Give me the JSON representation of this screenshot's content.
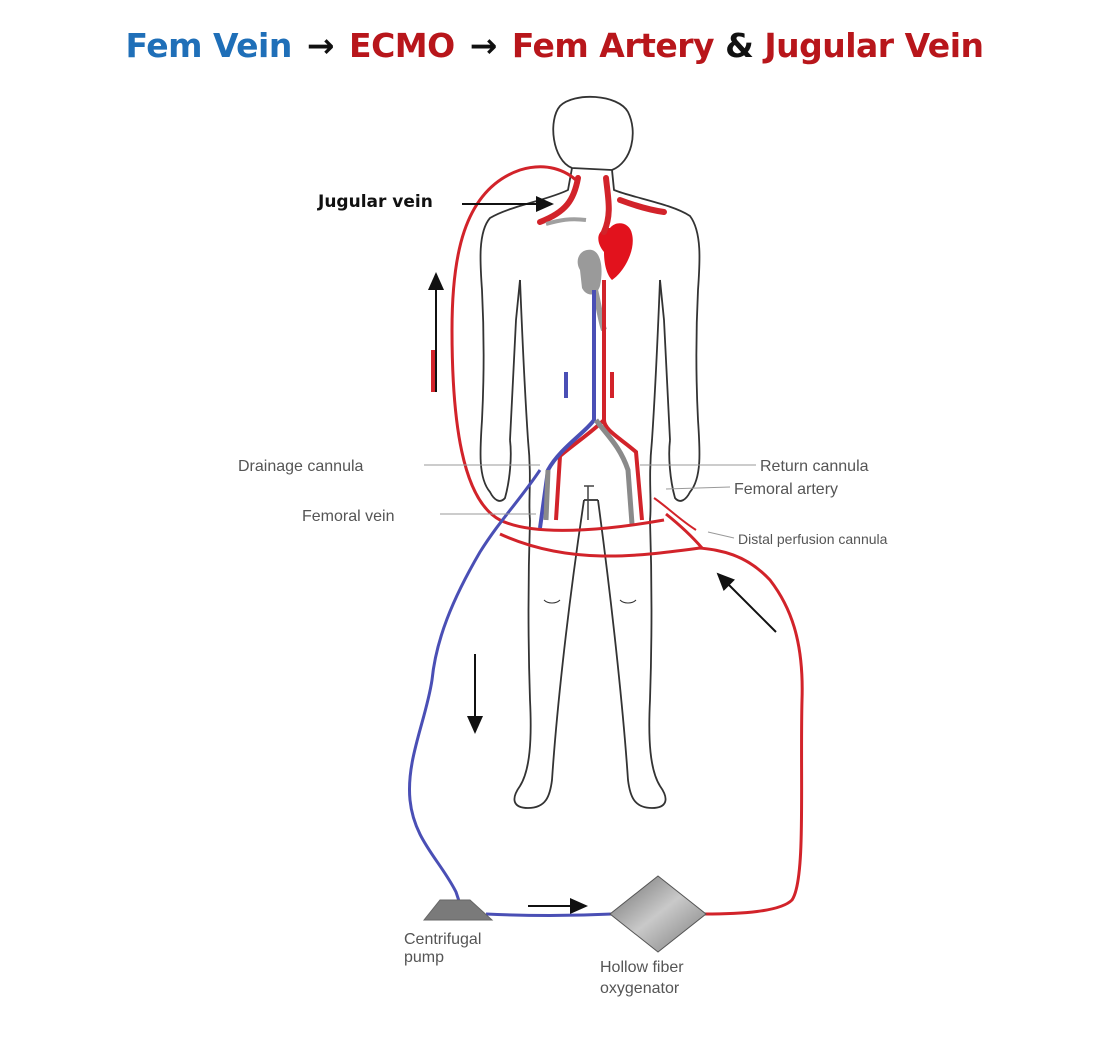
{
  "title": {
    "part1": "Fem Vein",
    "arrow1": "→",
    "part2": "ECMO",
    "arrow2": "→",
    "part3": "Fem Artery",
    "amp": "&",
    "part4": "Jugular Vein"
  },
  "labels": {
    "jugular_vein": "Jugular vein",
    "drainage_cannula": "Drainage cannula",
    "femoral_vein": "Femoral vein",
    "return_cannula": "Return cannula",
    "femoral_artery": "Femoral artery",
    "distal_perfusion_cannula": "Distal perfusion cannula",
    "centrifugal_pump_line1": "Centrifugal",
    "centrifugal_pump_line2": "pump",
    "oxygenator_line1": "Hollow fiber",
    "oxygenator_line2": "oxygenator"
  },
  "colors": {
    "venous": "#4a4fb5",
    "arterial": "#d2232a",
    "title_vein": "#1f6fb8",
    "title_artery": "#b8161b",
    "body_outline": "#333333",
    "device_gray": "#8a8a8a"
  }
}
